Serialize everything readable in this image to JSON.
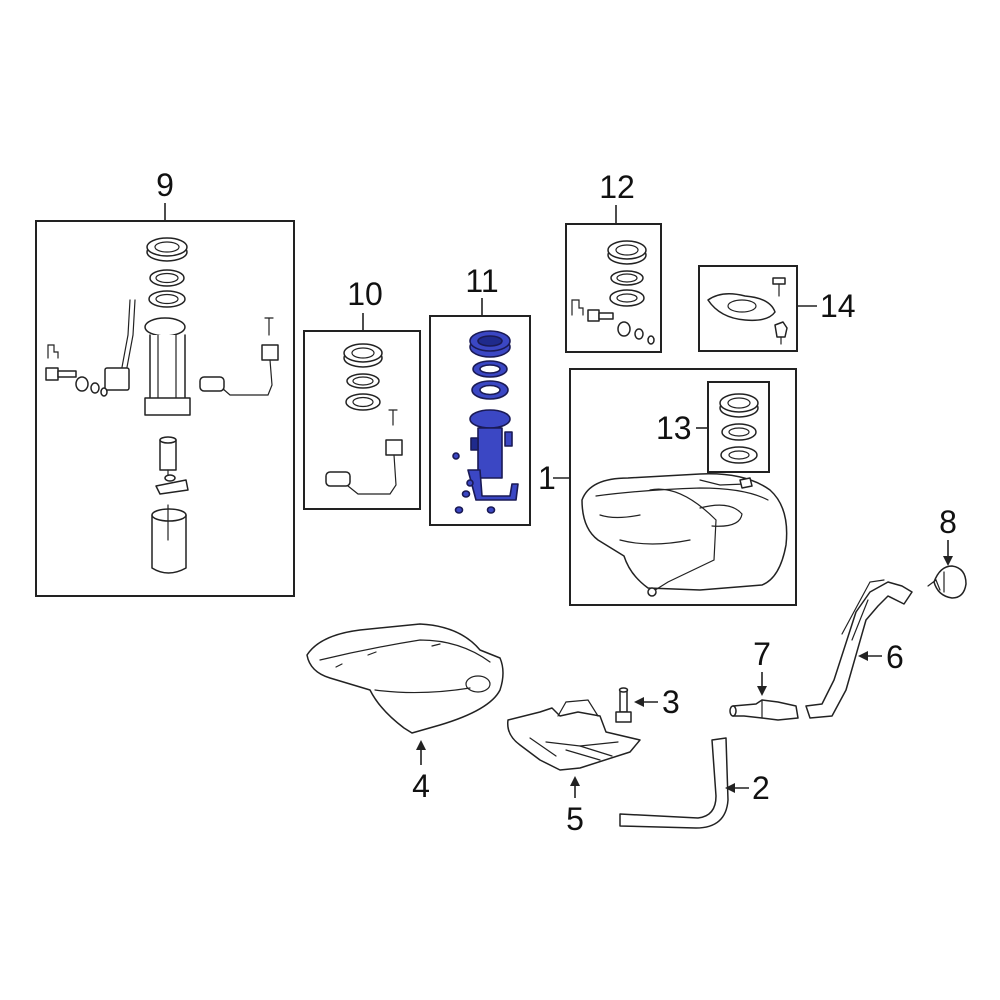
{
  "diagram": {
    "colors": {
      "highlight": "#3b47c4",
      "highlight_dark": "#1f2a8c",
      "line": "#222222",
      "background": "#ffffff"
    },
    "callouts": {
      "c1": "1",
      "c2": "2",
      "c3": "3",
      "c4": "4",
      "c5": "5",
      "c6": "6",
      "c7": "7",
      "c8": "8",
      "c9": "9",
      "c10": "10",
      "c11": "11",
      "c12": "12",
      "c13": "13",
      "c14": "14"
    }
  }
}
